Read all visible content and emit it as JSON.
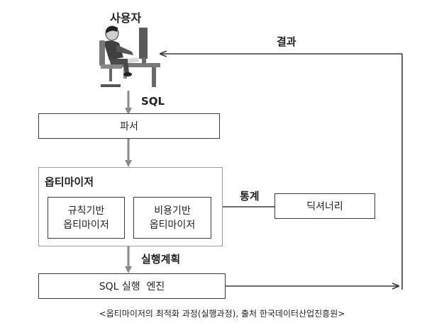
{
  "diagram": {
    "user_label": "사용자",
    "result_label": "결과",
    "sql_label": "SQL",
    "parser_label": "파서",
    "optimizer_title": "옵티마이저",
    "rule_based_line1": "규칙기반",
    "rule_based_line2": "옵티마이저",
    "cost_based_line1": "비용기반",
    "cost_based_line2": "옵티마이저",
    "stats_label": "통계",
    "dictionary_label": "딕셔너리",
    "exec_plan_label": "실행계획",
    "engine_label": "SQL 실행  엔진",
    "caption": "<옵티마이저의 최적화 과정(실행과정), 출처 한국데이터산업진흥원>"
  },
  "colors": {
    "line": "#3a3a3a",
    "arrow_gray": "#8a8a8a",
    "person": "#4a4a4a"
  }
}
